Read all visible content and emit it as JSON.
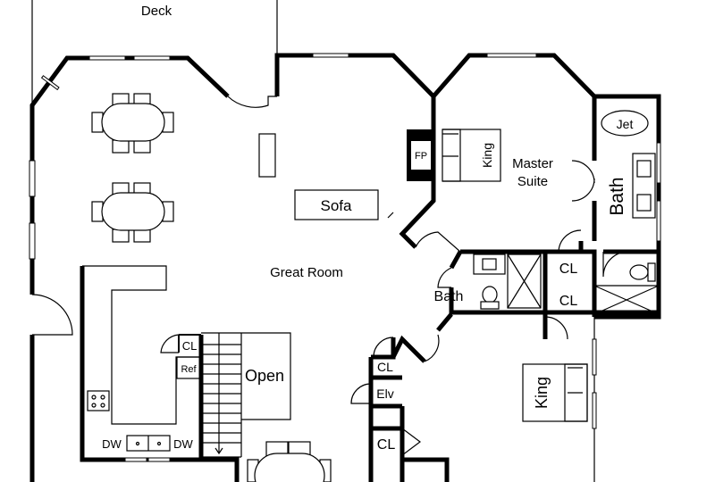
{
  "title": "Floor plan",
  "labels": {
    "deck": "Deck",
    "fireplace": "FP",
    "master_bed": "King",
    "master_suite_line1": "Master",
    "master_suite_line2": "Suite",
    "jet_tub": "Jet",
    "master_bath": "Bath",
    "sofa": "Sofa",
    "great_room": "Great Room",
    "closet_upper": "CL",
    "closet_lower": "CL",
    "hall_bath": "Bath",
    "kitchen_closet": "CL",
    "refrigerator": "Ref",
    "open": "Open",
    "hall_closet": "CL",
    "elevator": "Elv",
    "bottom_closet": "CL",
    "bedroom2_bed": "King",
    "dishwasher_left": "DW",
    "dishwasher_right": "DW"
  },
  "colors": {
    "wall": "#000000",
    "background": "#ffffff"
  }
}
